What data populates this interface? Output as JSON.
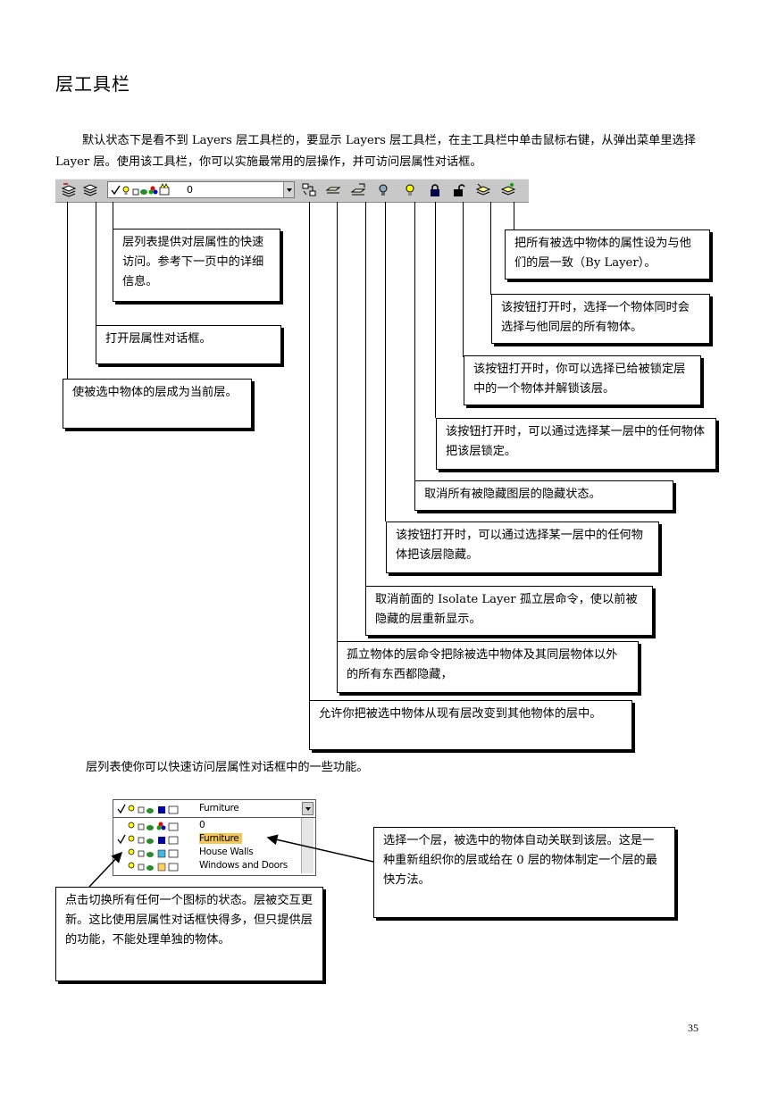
{
  "title": "层工具栏",
  "intro": "默认状态下是看不到 Layers 层工具栏的，要显示 Layers 层工具栏，在主工具栏中单击鼠标右键，从弹出菜单里选择 Layer 层。使用该工具栏，你可以实施最常用的层操作，并可访问层属性对话框。",
  "toolbar": {
    "current_layer": "0",
    "buttons": [
      {
        "icon": "set-current-layer-icon"
      },
      {
        "icon": "layer-properties-icon"
      },
      {
        "icon": "change-layer-icon"
      },
      {
        "icon": "isolate-layer-icon"
      },
      {
        "icon": "unisolate-layer-icon"
      },
      {
        "icon": "select-by-layer-hide-icon"
      },
      {
        "icon": "unhide-all-icon"
      },
      {
        "icon": "lock-icon"
      },
      {
        "icon": "unlock-icon"
      },
      {
        "icon": "select-layer-icon"
      },
      {
        "icon": "by-layer-icon"
      }
    ]
  },
  "callouts": {
    "layer_list": "层列表提供对层属性的快速访问。参考下一页中的详细信息。",
    "by_layer": "把所有被选中物体的属性设为与他们的层一致（By Layer）。",
    "select_layer": "该按钮打开时，选择一个物体同时会选择与他同层的所有物体。",
    "layer_dialog": "打开层属性对话框。",
    "unlock": "该按钮打开时，你可以选择已给被锁定层中的一个物体并解锁该层。",
    "set_current": "使被选中物体的层成为当前层。",
    "lock": "该按钮打开时，可以通过选择某一层中的任何物体把该层锁定。",
    "unhide_all": "取消所有被隐藏图层的隐藏状态。",
    "hide": "该按钮打开时，可以通过选择某一层中的任何物体把该层隐藏。",
    "unisolate": "取消前面的 Isolate Layer 孤立层命令，使以前被隐藏的层重新显示。",
    "isolate": "孤立物体的层命令把除被选中物体及其同层物体以外的所有东西都隐藏，",
    "change_layer": "允许你把被选中物体从现有层改变到其他物体的层中。"
  },
  "caption2": "层列表使你可以快速访问层属性对话框中的一些功能。",
  "layer_list": {
    "header": "Furniture",
    "rows": [
      {
        "name": "0",
        "selected": false,
        "checked": false
      },
      {
        "name": "Furniture",
        "selected": true,
        "checked": true
      },
      {
        "name": "House Walls",
        "selected": false,
        "checked": false
      },
      {
        "name": "Windows and Doors",
        "selected": false,
        "checked": false
      }
    ]
  },
  "callouts2": {
    "select_layer": "选择一个层，被选中的物体自动关联到该层。这是一种重新组织你的层或给在 0 层的物体制定一个层的最快方法。",
    "toggle": "点击切换所有任何一个图标的状态。层被交互更新。这比使用层属性对话框快得多，但只提供层的功能，不能处理单独的物体。"
  },
  "page_number": "35"
}
